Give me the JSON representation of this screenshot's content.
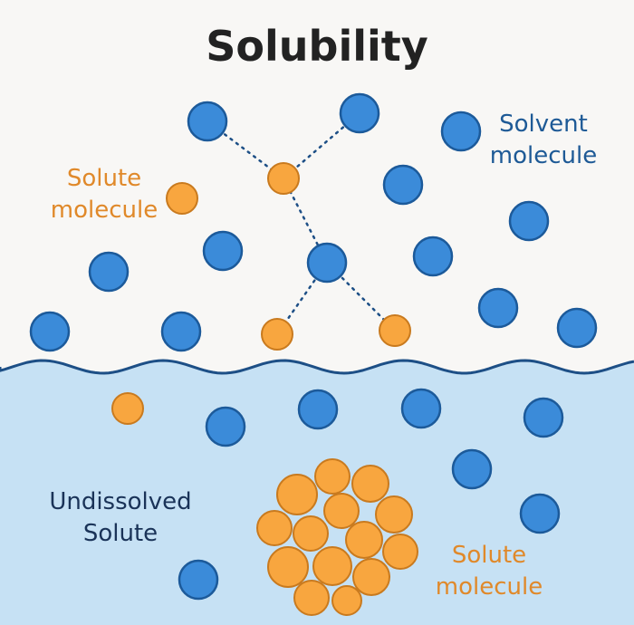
{
  "title": "Solubility",
  "labels": {
    "solvent": [
      "Solvent",
      "molecule"
    ],
    "solute_top": [
      "Solute",
      "molecule"
    ],
    "undissolved": [
      "Undissolved",
      "Solute"
    ],
    "solute_bottom": [
      "Solute",
      "molecule"
    ]
  },
  "colors": {
    "background": "#f8f7f5",
    "water": "#c6e1f4",
    "water_line": "#1d4f86",
    "solvent_fill": "#3b8bd9",
    "solvent_stroke": "#1c5a9a",
    "solute_fill": "#f8a63f",
    "solute_stroke": "#c97a1e",
    "solvent_text": "#1e5a96",
    "solute_text": "#e0892a",
    "undissolved_text": "#1a3358"
  }
}
